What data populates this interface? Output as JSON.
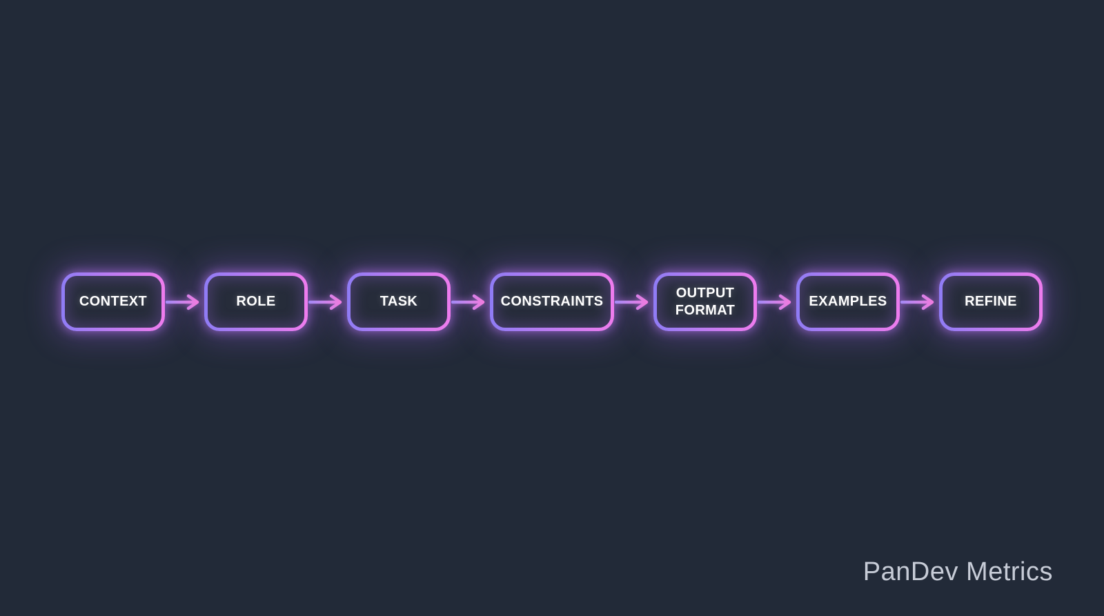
{
  "page": {
    "background_color": "#222a38",
    "watermark": {
      "text": "PanDev Metrics",
      "color": "#c7ccd7"
    }
  },
  "flow": {
    "type": "flowchart",
    "direction": "left-to-right",
    "connector": {
      "icon": "arrow-right-icon",
      "glyph": "→"
    },
    "steps": [
      {
        "label": "CONTEXT"
      },
      {
        "label": "ROLE"
      },
      {
        "label": "TASK"
      },
      {
        "label": "CONSTRAINTS"
      },
      {
        "label": "OUTPUT FORMAT"
      },
      {
        "label": "EXAMPLES"
      },
      {
        "label": "REFINE"
      }
    ]
  },
  "colors": {
    "step_border_gradient_start": "#8f7cf5",
    "step_border_gradient_end": "#ef7cee",
    "glow": "#b37df2",
    "step_fill": "#262c3a",
    "step_text": "#ffffff",
    "arrow_gradient_start": "#a589f4",
    "arrow_gradient_end": "#ef7ce0"
  }
}
